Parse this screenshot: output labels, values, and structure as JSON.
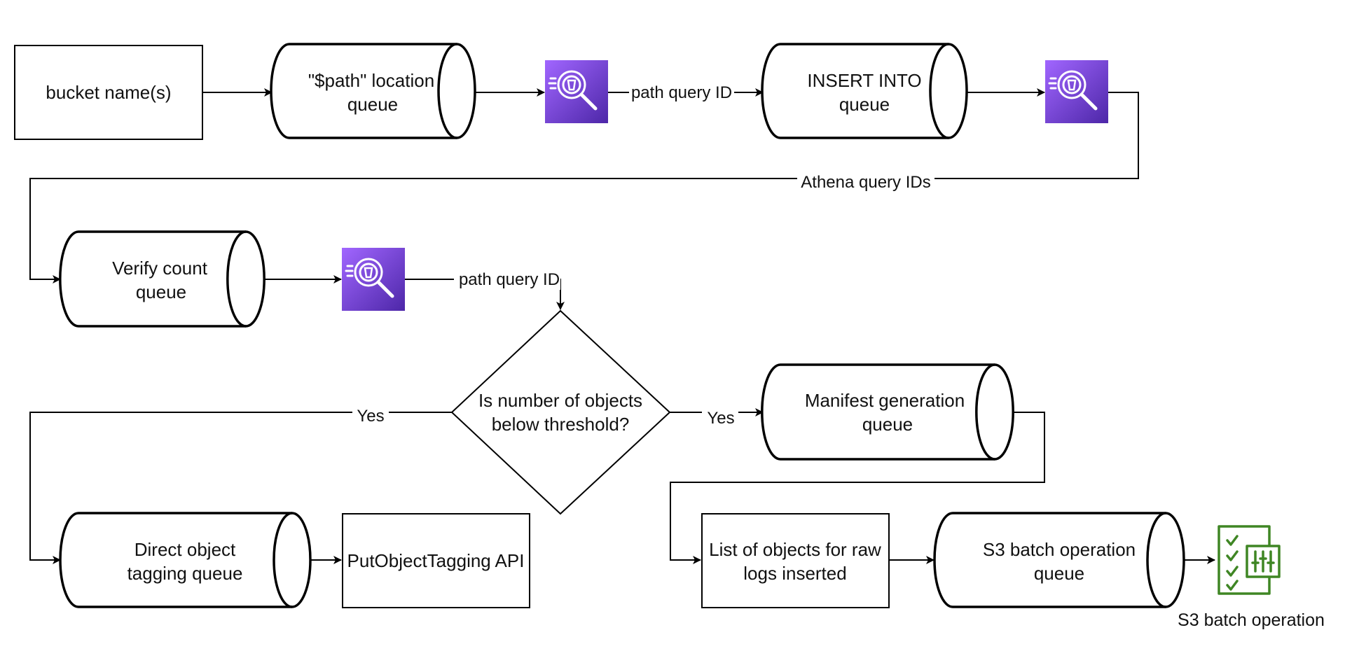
{
  "colors": {
    "stroke": "#000000",
    "athena_gradient_top": "#A166FF",
    "athena_gradient_bottom": "#4D27A8",
    "batch_green": "#3F8624"
  },
  "nodes": {
    "bucket_names": {
      "label": "bucket name(s)"
    },
    "path_location_queue": {
      "line1": "\"$path\" location",
      "line2": "queue"
    },
    "insert_into_queue": {
      "line1": "INSERT INTO",
      "line2": "queue"
    },
    "verify_count_queue": {
      "line1": "Verify count",
      "line2": "queue"
    },
    "threshold_decision": {
      "line1": "Is number of objects",
      "line2": "below threshold?"
    },
    "manifest_generation_queue": {
      "line1": "Manifest generation",
      "line2": "queue"
    },
    "direct_object_tagging_queue": {
      "line1": "Direct object",
      "line2": "tagging queue"
    },
    "put_object_tagging_api": {
      "label": "PutObjectTagging API"
    },
    "list_of_objects": {
      "line1": "List of objects for raw",
      "line2": "logs inserted"
    },
    "s3_batch_operation_queue": {
      "line1": "S3 batch operation",
      "line2": "queue"
    },
    "s3_batch_operation": {
      "label": "S3 batch operation"
    }
  },
  "icons": {
    "athena_icon_1": "athena-icon",
    "athena_icon_2": "athena-icon",
    "athena_icon_3": "athena-icon",
    "batch_operations_icon": "s3-batch-operations-icon"
  },
  "edges": {
    "path_query_id_1": "path query ID",
    "athena_query_ids": "Athena query IDs",
    "path_query_id_2": "path query ID",
    "yes_left": "Yes",
    "yes_right": "Yes"
  }
}
